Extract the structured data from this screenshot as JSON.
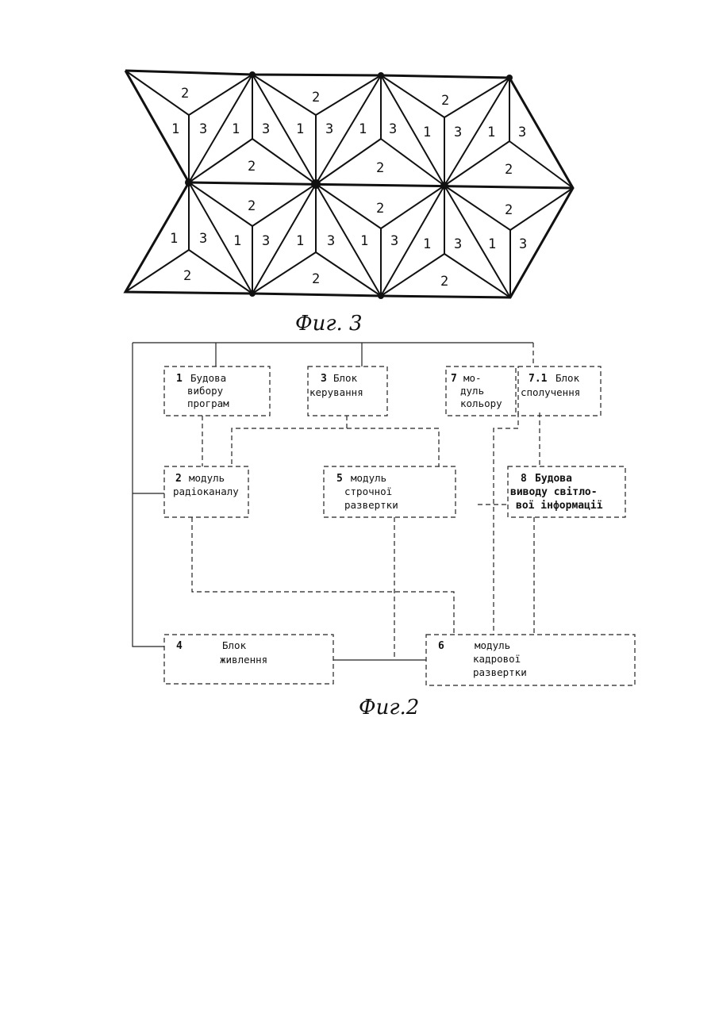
{
  "fig3": {
    "caption": "Фиг. 3",
    "rows": [
      [
        "2",
        "1",
        "3",
        "1",
        "3",
        "2",
        "2",
        "1",
        "3",
        "1",
        "3",
        "2",
        "2",
        "1",
        "3",
        "1",
        "3",
        "2"
      ],
      [
        "2",
        "1",
        "3",
        "1",
        "3",
        "2",
        "2",
        "1",
        "3",
        "1",
        "3",
        "2",
        "2",
        "1",
        "3",
        "1",
        "3",
        "2"
      ]
    ]
  },
  "fig2": {
    "caption": "Фиг.2",
    "blocks": {
      "b1": {
        "num": "1",
        "lines": [
          "Будова",
          "вибору",
          "програм"
        ]
      },
      "b3": {
        "num": "3",
        "lines": [
          "Блок",
          "керування"
        ]
      },
      "b7": {
        "num": "7",
        "lines": [
          "мо-",
          "дуль",
          "кольору"
        ]
      },
      "b71": {
        "num": "7.1",
        "lines": [
          "Блок",
          "сполучення"
        ]
      },
      "b2": {
        "num": "2",
        "lines": [
          "модуль",
          "радіоканалу"
        ]
      },
      "b5": {
        "num": "5",
        "lines": [
          "модуль",
          "строчної",
          "развертки"
        ]
      },
      "b8": {
        "num": "8",
        "lines": [
          "Будова",
          "виводу світло-",
          "вої інформації"
        ]
      },
      "b4": {
        "num": "4",
        "lines": [
          "Блок",
          "живлення"
        ]
      },
      "b6": {
        "num": "6",
        "lines": [
          "модуль",
          "кадрової",
          "развертки"
        ]
      }
    }
  }
}
